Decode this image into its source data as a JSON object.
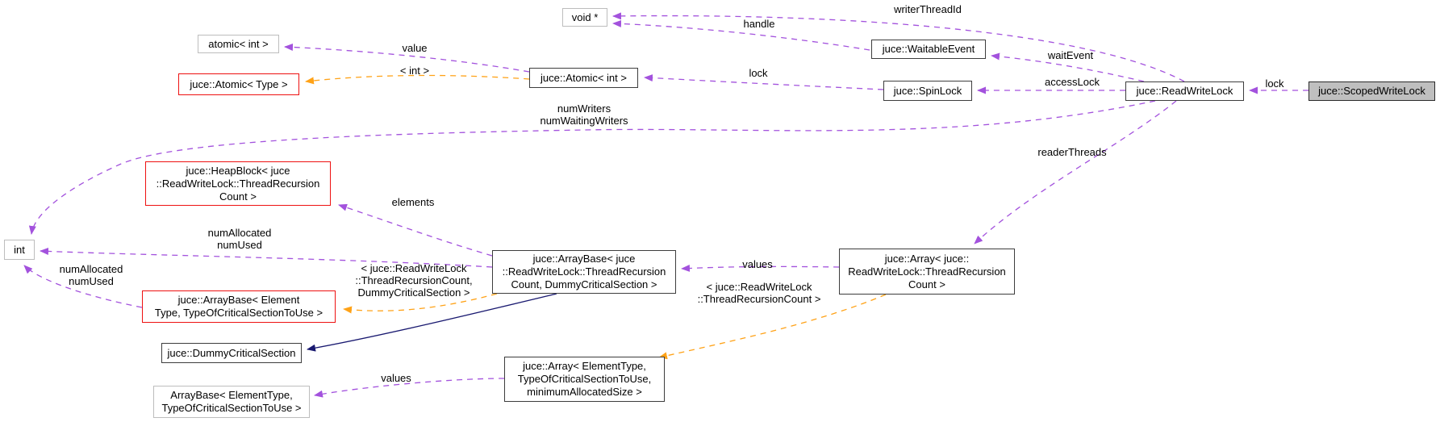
{
  "diagram": {
    "type": "collaboration-graph",
    "current_class": "juce::ScopedWriteLock",
    "colors": {
      "usage_edge": "#a352dd",
      "template_edge": "#ffa217",
      "inheritance_edge": "#191970",
      "truncated_node_border": "#ee1111",
      "current_node_fill": "#bfbfbf",
      "node_border": "#3d3d3d",
      "external_node_border": "#bdbdbd"
    },
    "nodes": [
      {
        "id": "void-ptr",
        "label": "void *"
      },
      {
        "id": "atomic-int",
        "label": "atomic< int >"
      },
      {
        "id": "juce-atomic-type",
        "label": "juce::Atomic< Type >"
      },
      {
        "id": "juce-atomic-int",
        "label": "juce::Atomic< int >"
      },
      {
        "id": "juce-waitable-event",
        "label": "juce::WaitableEvent"
      },
      {
        "id": "juce-spinlock",
        "label": "juce::SpinLock"
      },
      {
        "id": "juce-readwritelock",
        "label": "juce::ReadWriteLock"
      },
      {
        "id": "juce-scopedwritelock",
        "label": "juce::ScopedWriteLock"
      },
      {
        "id": "int",
        "label": "int"
      },
      {
        "id": "juce-heapblock",
        "label": "juce::HeapBlock< juce\n::ReadWriteLock::ThreadRecursion\nCount >"
      },
      {
        "id": "juce-arraybase-generic",
        "label": "juce::ArrayBase< Element\nType, TypeOfCriticalSectionToUse >"
      },
      {
        "id": "juce-arraybase-instance",
        "label": "juce::ArrayBase< juce\n::ReadWriteLock::ThreadRecursion\nCount, DummyCriticalSection >"
      },
      {
        "id": "juce-array-instance",
        "label": "juce::Array< juce::\nReadWriteLock::ThreadRecursion\nCount >"
      },
      {
        "id": "juce-dummycriticalsection",
        "label": "juce::DummyCriticalSection"
      },
      {
        "id": "arraybase-generic-ext",
        "label": "ArrayBase< ElementType,\nTypeOfCriticalSectionToUse >"
      },
      {
        "id": "juce-array-generic",
        "label": "juce::Array< ElementType,\nTypeOfCriticalSectionToUse,\nminimumAllocatedSize >"
      }
    ],
    "edge_labels": [
      {
        "id": "writerThreadId",
        "text": "writerThreadId"
      },
      {
        "id": "handle",
        "text": "handle"
      },
      {
        "id": "waitEvent",
        "text": "waitEvent"
      },
      {
        "id": "accessLock",
        "text": "accessLock"
      },
      {
        "id": "lock-spin",
        "text": "lock"
      },
      {
        "id": "lock-scoped",
        "text": "lock"
      },
      {
        "id": "value",
        "text": "value"
      },
      {
        "id": "tmpl-int",
        "text": "< int >"
      },
      {
        "id": "numWriters",
        "text": "numWriters\nnumWaitingWriters"
      },
      {
        "id": "elements",
        "text": "elements"
      },
      {
        "id": "numAllocated-1",
        "text": "numAllocated\nnumUsed"
      },
      {
        "id": "numAllocated-2",
        "text": "numAllocated\nnumUsed"
      },
      {
        "id": "tmpl-arraybase",
        "text": "< juce::ReadWriteLock\n::ThreadRecursionCount,\nDummyCriticalSection >"
      },
      {
        "id": "values-mid",
        "text": "values"
      },
      {
        "id": "tmpl-array",
        "text": "< juce::ReadWriteLock\n::ThreadRecursionCount >"
      },
      {
        "id": "readerThreads",
        "text": "readerThreads"
      },
      {
        "id": "values-bottom",
        "text": "values"
      }
    ],
    "edges": [
      {
        "from": "juce-scopedwritelock",
        "to": "juce-readwritelock",
        "label": "lock",
        "kind": "usage"
      },
      {
        "from": "juce-readwritelock",
        "to": "juce-spinlock",
        "label": "accessLock",
        "kind": "usage"
      },
      {
        "from": "juce-readwritelock",
        "to": "juce-waitable-event",
        "label": "waitEvent",
        "kind": "usage"
      },
      {
        "from": "juce-readwritelock",
        "to": "void-ptr",
        "label": "writerThreadId",
        "kind": "usage"
      },
      {
        "from": "juce-waitable-event",
        "to": "void-ptr",
        "label": "handle",
        "kind": "usage"
      },
      {
        "from": "juce-spinlock",
        "to": "juce-atomic-int",
        "label": "lock",
        "kind": "usage"
      },
      {
        "from": "juce-atomic-int",
        "to": "atomic-int",
        "label": "value",
        "kind": "usage"
      },
      {
        "from": "juce-atomic-int",
        "to": "juce-atomic-type",
        "label": "< int >",
        "kind": "template"
      },
      {
        "from": "juce-readwritelock",
        "to": "int",
        "label": "numWriters numWaitingWriters",
        "kind": "usage"
      },
      {
        "from": "juce-readwritelock",
        "to": "juce-array-instance",
        "label": "readerThreads",
        "kind": "usage"
      },
      {
        "from": "juce-array-instance",
        "to": "juce-arraybase-instance",
        "label": "values",
        "kind": "usage"
      },
      {
        "from": "juce-array-instance",
        "to": "juce-array-generic",
        "label": "< juce::ReadWriteLock ::ThreadRecursionCount >",
        "kind": "template"
      },
      {
        "from": "juce-arraybase-instance",
        "to": "juce-heapblock",
        "label": "elements",
        "kind": "usage"
      },
      {
        "from": "juce-arraybase-instance",
        "to": "int",
        "label": "numAllocated numUsed",
        "kind": "usage"
      },
      {
        "from": "juce-arraybase-instance",
        "to": "juce-arraybase-generic",
        "label": "< juce::ReadWriteLock ::ThreadRecursionCount, DummyCriticalSection >",
        "kind": "template"
      },
      {
        "from": "juce-arraybase-instance",
        "to": "juce-dummycriticalsection",
        "label": "",
        "kind": "inheritance"
      },
      {
        "from": "juce-arraybase-generic",
        "to": "int",
        "label": "numAllocated numUsed",
        "kind": "usage"
      },
      {
        "from": "juce-array-generic",
        "to": "arraybase-generic-ext",
        "label": "values",
        "kind": "usage"
      }
    ]
  }
}
